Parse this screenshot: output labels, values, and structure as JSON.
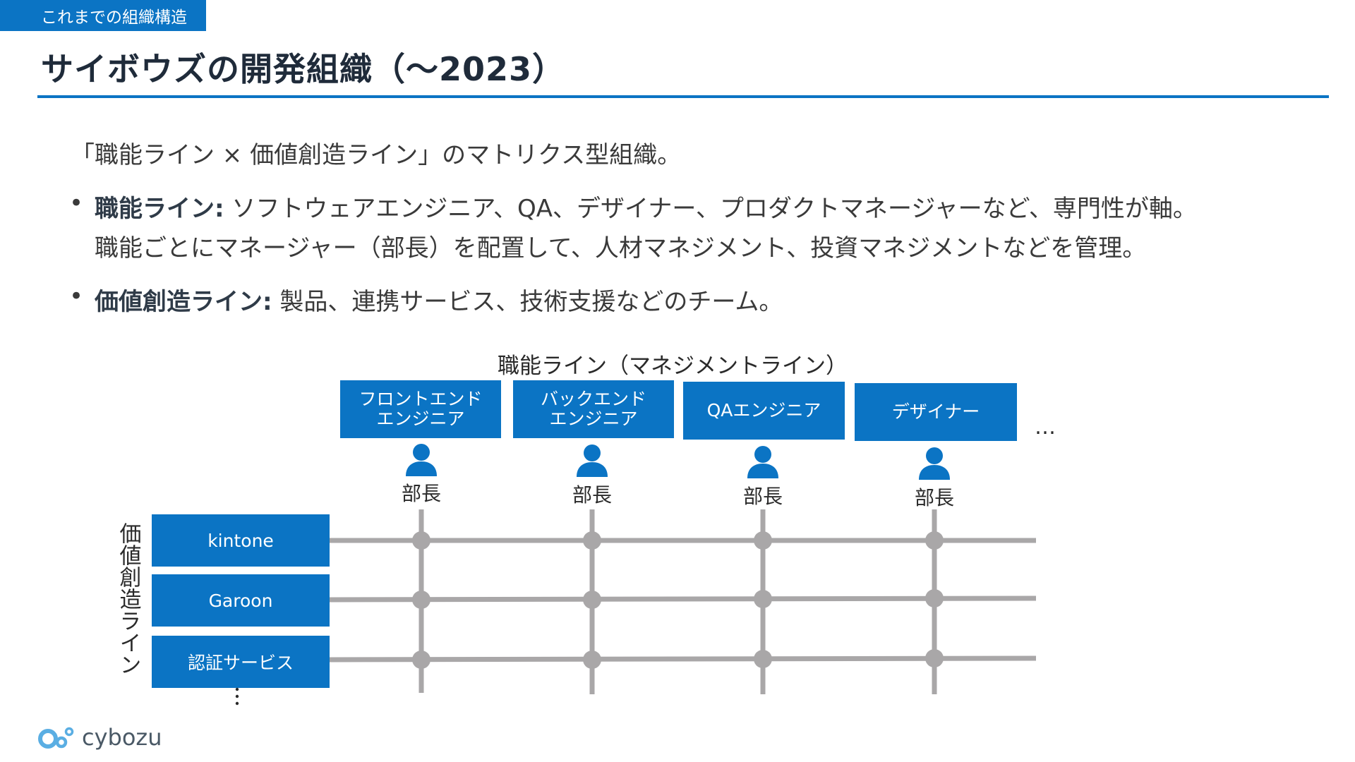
{
  "section_tag": "これまでの組織構造",
  "page_title": "サイボウズの開発組織（～2023）",
  "intro": "「職能ライン × 価値創造ライン」のマトリクス型組織。",
  "bullets": [
    {
      "term": "職能ライン:",
      "line1": " ソフトウェアエンジニア、QA、デザイナー、プロダクトマネージャーなど、専門性が軸。",
      "line2": "職能ごとにマネージャー（部長）を配置して、人材マネジメント、投資マネジメントなどを管理。"
    },
    {
      "term": "価値創造ライン:",
      "line1": " 製品、連携サービス、技術支援などのチーム。"
    }
  ],
  "matrix": {
    "functional_title": "職能ライン（マネジメントライン）",
    "functional_lines": [
      {
        "line1": "フロントエンド",
        "line2": "エンジニア",
        "manager": "部長"
      },
      {
        "line1": "バックエンド",
        "line2": "エンジニア",
        "manager": "部長"
      },
      {
        "line1": "QAエンジニア",
        "line2": "",
        "manager": "部長"
      },
      {
        "line1": "デザイナー",
        "line2": "",
        "manager": "部長"
      }
    ],
    "functional_more": "…",
    "value_title": "価値創造ライン",
    "value_lines": [
      "kintone",
      "Garoon",
      "認証サービス"
    ],
    "value_more": "⋮",
    "colors": {
      "box_fill": "#0b74c4",
      "grid_line": "#a9a7a8",
      "accent": "#0b74c4"
    }
  },
  "logo": {
    "text": "cybozu",
    "icon": "cybozu-logo-icon"
  }
}
